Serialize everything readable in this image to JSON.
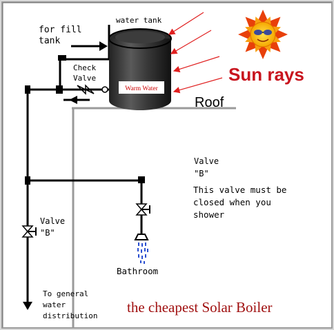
{
  "labels": {
    "water_tank": "water tank",
    "fill_line1": "for fill",
    "fill_line2": "tank",
    "check_valve_line1": "Check",
    "check_valve_line2": "Valve",
    "warm_water": "Warm Water",
    "sun_rays": "Sun rays",
    "roof": "Roof",
    "valve_b_right_line1": "Valve",
    "valve_b_right_line2": "\"B\"",
    "note_line1": "This valve must be",
    "note_line2": "closed when you",
    "note_line3": "shower",
    "valve_b_left_line1": "Valve",
    "valve_b_left_line2": "\"B\"",
    "bathroom": "Bathroom",
    "distribution_line1": "To general",
    "distribution_line2": "water",
    "distribution_line3": "distribution",
    "caption": "the cheapest Solar Boiler"
  },
  "colors": {
    "pipe": "#000000",
    "roof_line": "#9a9a9a",
    "sun_ray_arrows": "#e02020",
    "sun_rays_text": "#c8141e",
    "caption": "#a01010",
    "warm_water": "#cc0000",
    "shower_drops": "#2a4fd0",
    "sun_core": "#f5b800",
    "sun_flames": "#e8400a"
  },
  "icons": {
    "sun": "sun-with-sunglasses-icon",
    "shower": "shower-head-icon",
    "valve": "valve-icon",
    "check_valve": "check-valve-icon"
  }
}
